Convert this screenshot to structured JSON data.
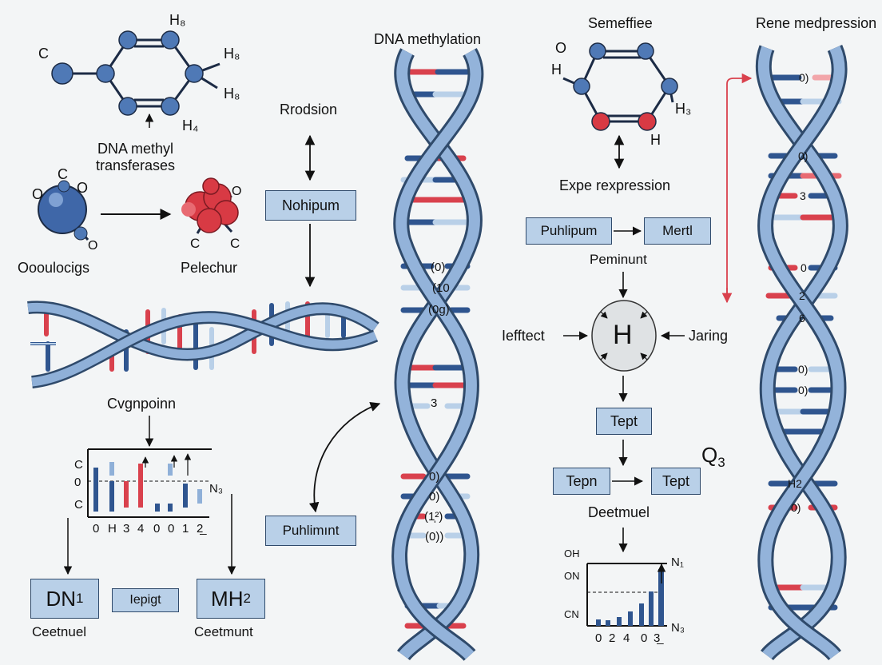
{
  "colors": {
    "blue_dark": "#2f558f",
    "blue_light": "#b9d0e8",
    "red": "#d9414d",
    "atom_blue": "#4f79b6",
    "atom_red": "#d83a44",
    "arrow_red": "#d9414d"
  },
  "left": {
    "molecule1_labels": [
      "C",
      "H₈",
      "H₈",
      "H₈",
      "H₄"
    ],
    "transferase_label": "DNA methyl\ntransferases",
    "molecule2_labels": [
      "C",
      "O",
      "O",
      "O"
    ],
    "molecule2_name": "Oooulocigs",
    "molecule3_labels": [
      "O",
      "C",
      "C"
    ],
    "molecule3_name": "Pelechur",
    "helix_caption": "Cvgnpoinn",
    "plot": {
      "y_labels": [
        "C",
        "0",
        "C"
      ],
      "x_labels": [
        "0",
        "H",
        "3",
        "4",
        "0",
        "0",
        "1",
        "2̲"
      ],
      "side_label": "N₃"
    },
    "box_dn": {
      "main": "DN",
      "sub": "1"
    },
    "box_mh": {
      "main": "MH",
      "sub": "2"
    },
    "box_iepigt": "Iepigt",
    "caption_dn": "Ceetnuel",
    "caption_mh": "Ceetmunt"
  },
  "middle": {
    "rrodsion": "Rrodsion",
    "nohipum": "Nohipum",
    "puhlimunt": "Puhlimınt",
    "helix_title": "DNA methylation",
    "helix_marks": [
      "(0)",
      "(10",
      "(0ɡ)",
      "3",
      "0)",
      "0)",
      "(1̩²)",
      "(0))"
    ]
  },
  "right_center": {
    "title": "Semeffiee",
    "molecule_labels": [
      "O",
      "H",
      "H₃",
      "H"
    ],
    "expression": "Expe rexpression",
    "puhlipum": "Puhlipum",
    "mertl": "Mertl",
    "peminunt": "Peminunt",
    "ieftect": "Iefftect",
    "h_node": "H",
    "jaring": "Jaring",
    "tept1": "Tept",
    "tepn": "Tepn",
    "tept2": "Tept",
    "q3": {
      "main": "Q",
      "sub": "3"
    },
    "deetmuel": "Deetmuel",
    "chart": {
      "y_labels": [
        "OH",
        "ON",
        "CN"
      ],
      "x_labels": [
        "0",
        "2",
        "4",
        "0",
        "3̲"
      ],
      "n1": "N₁",
      "n3": "N₃"
    }
  },
  "right": {
    "title": "Rene medpression",
    "helix_marks": [
      "0)",
      "0)",
      "3",
      "0",
      "2",
      "6",
      "0)",
      "0)",
      "H2",
      "0)"
    ]
  }
}
